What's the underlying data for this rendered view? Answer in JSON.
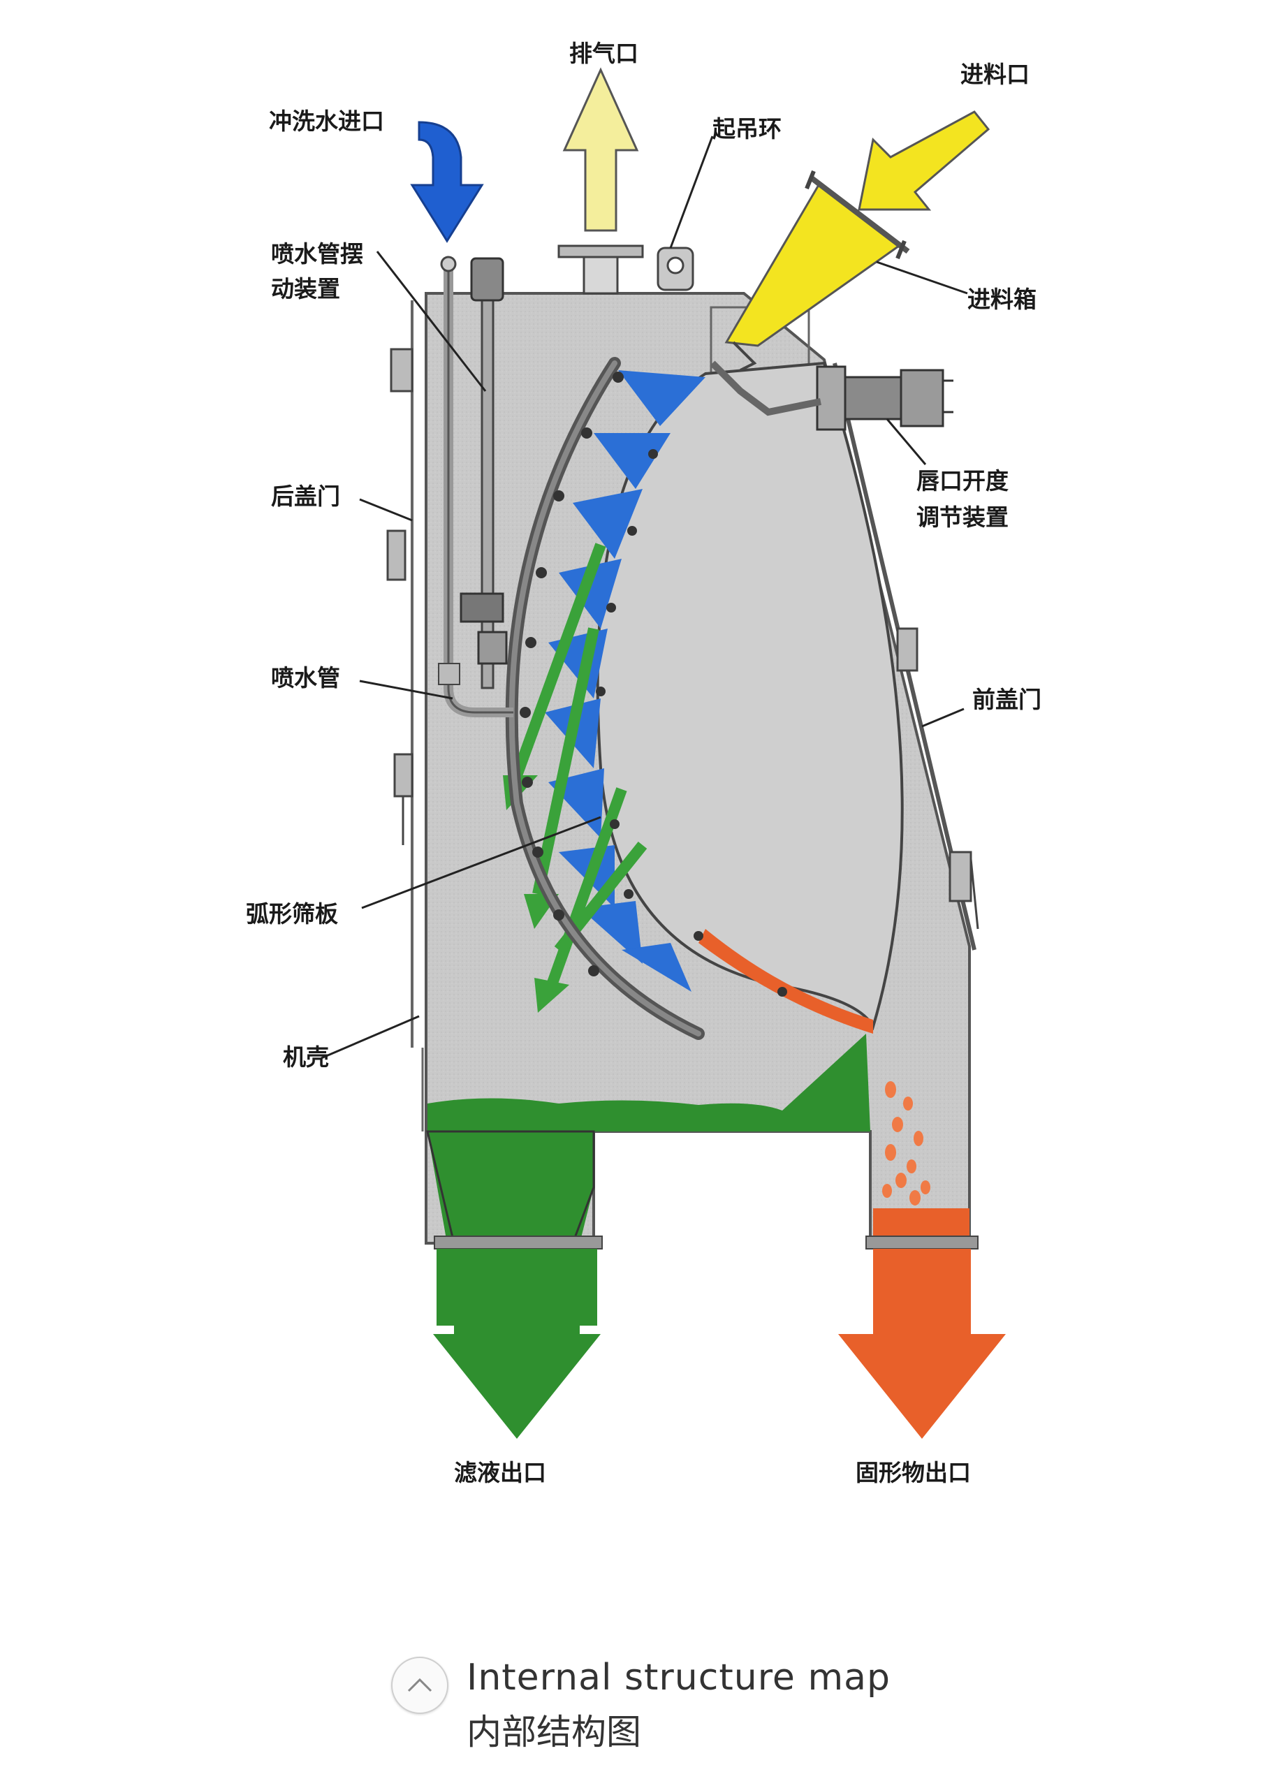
{
  "labels": {
    "exhaust_port": "排气口",
    "feed_inlet": "进料口",
    "flush_water_inlet": "冲洗水进口",
    "lifting_ring": "起吊环",
    "spray_pipe_swing": "喷水管摆",
    "spray_pipe_swing_2": "动装置",
    "feed_box": "进料箱",
    "lip_adjust_1": "唇口开度",
    "lip_adjust_2": "调节装置",
    "rear_door": "后盖门",
    "spray_pipe": "喷水管",
    "front_door": "前盖门",
    "arc_screen": "弧形筛板",
    "casing": "机壳",
    "filtrate_outlet": "滤液出口",
    "solids_outlet": "固形物出口"
  },
  "caption": {
    "en": "Internal structure map",
    "zh": "内部结构图",
    "icon": "chevron-up-icon"
  },
  "colors": {
    "casing": "#c8c8c8",
    "water": "#1f5fd0",
    "spray": "#2b6fd6",
    "exhaust": "#f4ee9c",
    "feed": "#f3e420",
    "filtrate": "#2f8f2f",
    "solids": "#e8602a"
  }
}
